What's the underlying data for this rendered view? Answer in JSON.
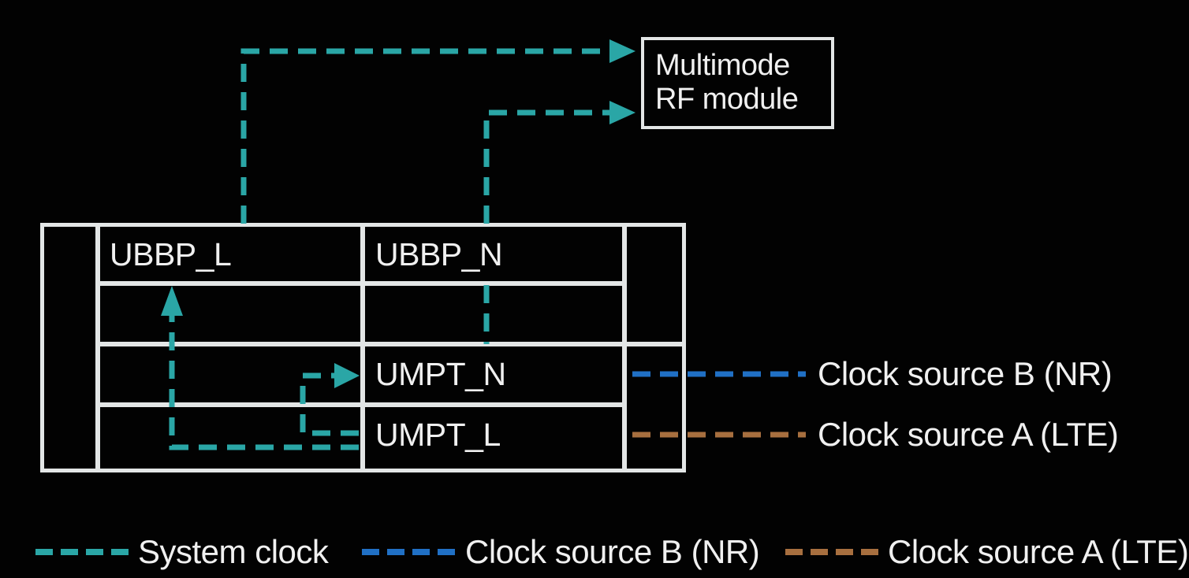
{
  "diagram": {
    "rf_module": {
      "line1": "Multimode",
      "line2": "RF module"
    },
    "rack": {
      "cells": {
        "ubbp_l": "UBBP_L",
        "ubbp_n": "UBBP_N",
        "umpt_n": "UMPT_N",
        "umpt_l": "UMPT_L"
      }
    },
    "clock_inputs": {
      "source_b_label": "Clock source B (NR)",
      "source_a_label": "Clock source A (LTE)"
    }
  },
  "legend": {
    "items": [
      {
        "id": "system-clock",
        "label": "System clock",
        "color": "#2aa6a6"
      },
      {
        "id": "clock-source-b",
        "label": "Clock source B (NR)",
        "color": "#2070c5"
      },
      {
        "id": "clock-source-a",
        "label": "Clock source A (LTE)",
        "color": "#a76f3f"
      }
    ]
  },
  "colors": {
    "system_clock": "#2aa6a6",
    "clock_source_b": "#2070c5",
    "clock_source_a": "#a76f3f",
    "line": "#e3e6e6",
    "text": "#f0f0f0",
    "background": "#020202"
  }
}
